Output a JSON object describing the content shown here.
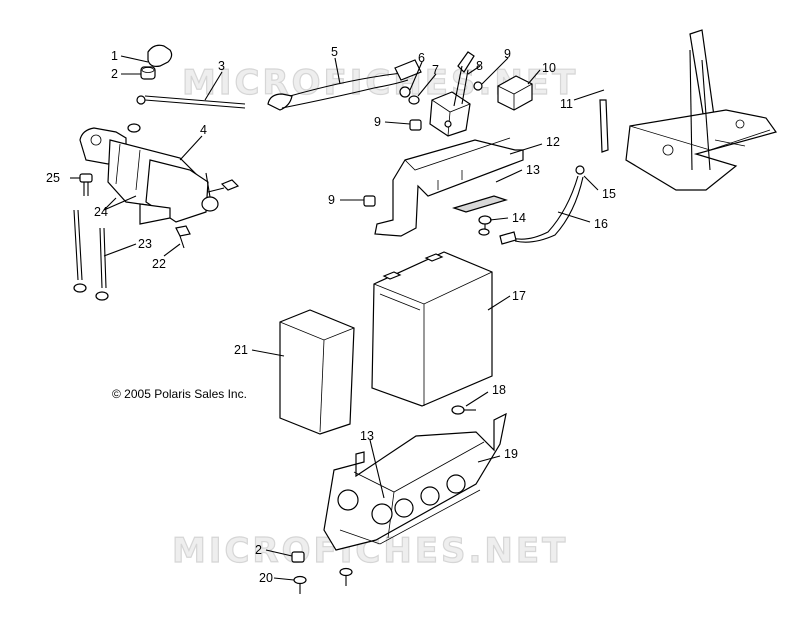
{
  "copyright": "© 2005 Polaris Sales Inc.",
  "watermark": "MICROFICHES.NET",
  "callouts": [
    "1",
    "2",
    "3",
    "4",
    "5",
    "6",
    "7",
    "8",
    "9",
    "10",
    "11",
    "9",
    "12",
    "13",
    "15",
    "9",
    "14",
    "16",
    "25",
    "24",
    "23",
    "22",
    "17",
    "21",
    "18",
    "13",
    "19",
    "2",
    "20"
  ]
}
